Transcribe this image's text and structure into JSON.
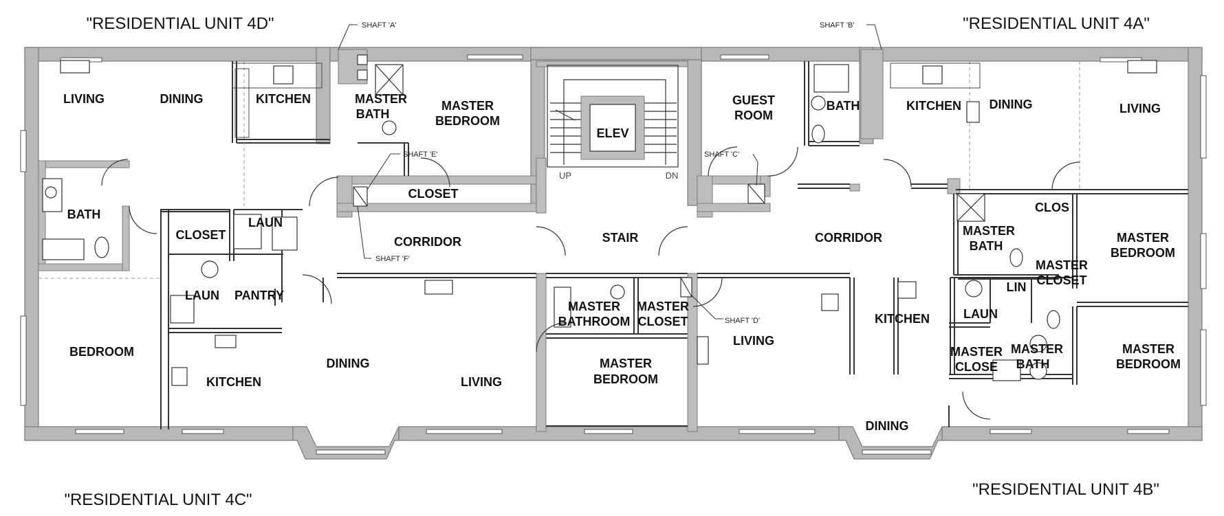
{
  "units": {
    "unit_4d": "\"RESIDENTIAL UNIT 4D\"",
    "unit_4a": "\"RESIDENTIAL UNIT 4A\"",
    "unit_4c": "\"RESIDENTIAL UNIT 4C\"",
    "unit_4b": "\"RESIDENTIAL UNIT 4B\""
  },
  "shafts": {
    "a": "SHAFT 'A'",
    "b": "SHAFT 'B'",
    "c": "SHAFT 'C'",
    "d": "SHAFT 'D'",
    "e": "SHAFT 'E'",
    "f": "SHAFT 'F'"
  },
  "rooms": {
    "living_4d": "LIVING",
    "dining_4d": "DINING",
    "kitchen_4d": "KITCHEN",
    "master_bath_4d_1": "MASTER",
    "master_bath_4d_2": "BATH",
    "master_bedroom_4d_1": "MASTER",
    "master_bedroom_4d_2": "BEDROOM",
    "closet_4d": "CLOSET",
    "bath_4d": "BATH",
    "closet_4c_hall": "CLOSET",
    "laun_4d": "LAUN",
    "corridor_left": "CORRIDOR",
    "elev": "ELEV",
    "stair": "STAIR",
    "stair_up": "UP",
    "stair_dn": "DN",
    "guest_room_1": "GUEST",
    "guest_room_2": "ROOM",
    "bath_4a": "BATH",
    "kitchen_4a": "KITCHEN",
    "dining_4a": "DINING",
    "living_4a": "LIVING",
    "corridor_right": "CORRIDOR",
    "clos_4a": "CLOS",
    "master_bath_4a_1": "MASTER",
    "master_bath_4a_2": "BATH",
    "master_closet_4a_1": "MASTER",
    "master_closet_4a_2": "CLOSET",
    "master_bedroom_4a_1": "MASTER",
    "master_bedroom_4a_2": "BEDROOM",
    "lin_4a": "LIN",
    "bedroom_4c": "BEDROOM",
    "laun_4c": "LAUN",
    "pantry_4c": "PANTRY",
    "kitchen_4c": "KITCHEN",
    "dining_4c": "DINING",
    "living_4c": "LIVING",
    "master_bathroom_4c_1": "MASTER",
    "master_bathroom_4c_2": "BATHROOM",
    "master_closet_4c_1": "MASTER",
    "master_closet_4c_2": "CLOSET",
    "master_bedroom_4c_1": "MASTER",
    "master_bedroom_4c_2": "BEDROOM",
    "living_4b": "LIVING",
    "kitchen_4b": "KITCHEN",
    "laun_4b": "LAUN",
    "master_close_4b_1": "MASTER",
    "master_close_4b_2": "CLOSE",
    "master_bath_4b_1": "MASTER",
    "master_bath_4b_2": "BATH",
    "master_bedroom_4b_1": "MASTER",
    "master_bedroom_4b_2": "BEDROOM",
    "dining_4b": "DINING"
  }
}
